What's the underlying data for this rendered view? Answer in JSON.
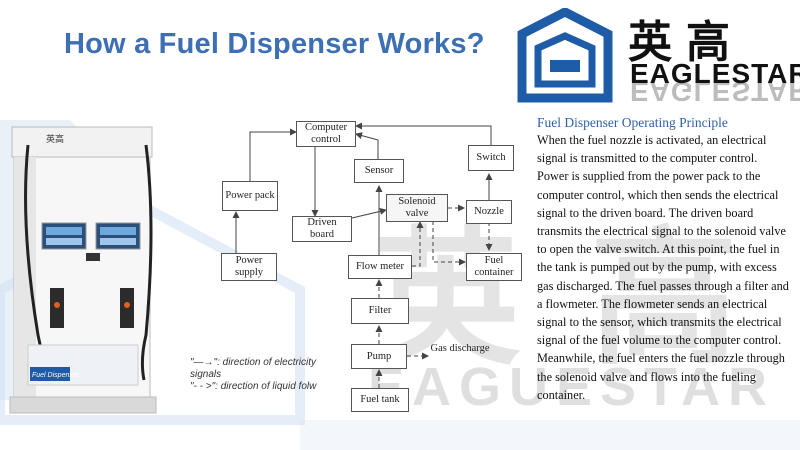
{
  "title": "How a Fuel Dispenser Works?",
  "logo": {
    "chinese": "英高",
    "english": "EAGLESTAR",
    "english_reflection": "EAGLESTAR"
  },
  "watermark": {
    "chinese": "英高",
    "english": "EAGUESTAR"
  },
  "machine": {
    "brand_cn": "英高",
    "badge": "Fuel Dispenser"
  },
  "diagram": {
    "nodes": {
      "computer_control": "Computer control",
      "power_pack": "Power pack",
      "power_supply": "Power supply",
      "driven_board": "Driven board",
      "sensor": "Sensor",
      "solenoid_valve": "Solenoid valve",
      "switch": "Switch",
      "nozzle": "Nozzle",
      "fuel_container": "Fuel container",
      "flow_meter": "Flow meter",
      "filter": "Filter",
      "pump": "Pump",
      "gas_discharge": "Gas discharge",
      "fuel_tank": "Fuel tank"
    },
    "legend": {
      "electricity_line1": "\"—→\": direction of electricity",
      "electricity_line2": "signals",
      "liquid": "\"- - >\": direction of liquid folw"
    }
  },
  "text": {
    "heading": "Fuel Dispenser Operating Principle",
    "body": "When the fuel nozzle is activated, an electrical signal is transmitted to the computer control. Power is supplied from the power pack to the computer control, which then sends the electrical signal to the driven board. The driven board transmits the electrical signal to the solenoid valve to open the valve switch. At this point, the fuel in the tank is pumped out by the pump, with excess gas discharged. The fuel passes through a filter and a flowmeter. The flowmeter sends an electrical signal to the sensor, which transmits the electrical signal of the fuel volume to the computer control. Meanwhile, the fuel enters the fuel nozzle through the solenoid valve and flows into the fueling container."
  },
  "colors": {
    "title_blue": "#3d6fb5",
    "heading_blue": "#2f62a8",
    "watermark_blue": "#cfe0f2"
  }
}
